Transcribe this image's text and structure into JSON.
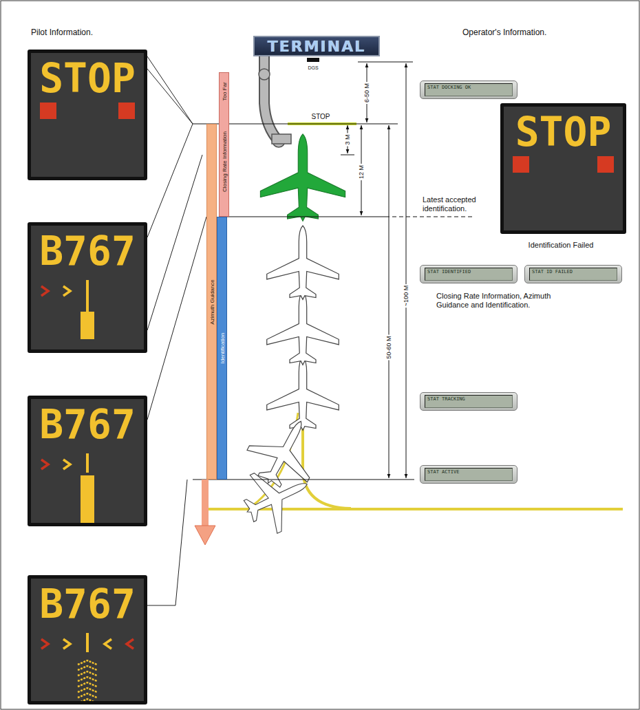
{
  "diagram": {
    "nodes": [
      {
        "text": [
          "STOP"
        ]
      },
      {
        "text": [
          "B767"
        ]
      },
      {
        "text": [
          "B767"
        ]
      },
      {
        "text": [
          "B767"
        ]
      },
      {
        "text": [
          "TERMINAL"
        ]
      },
      {
        "text": [
          "STAT DOCKING OK"
        ]
      },
      {
        "text": [
          "STOP"
        ]
      },
      {
        "text": [
          "STAT IDENTIFIED"
        ]
      },
      {
        "text": [
          "STAT ID FAILED"
        ]
      },
      {
        "text": [
          "STAT TRACKING"
        ]
      },
      {
        "text": [
          "STAT ACTIVE"
        ]
      },
      {
        "text": [
          "Azimuth Guidance"
        ]
      },
      {
        "text": [
          "Identification"
        ]
      },
      {
        "text": [
          "Closing Rate Information",
          "Too Far"
        ]
      }
    ],
    "labels": [
      "Pilot Information.",
      "DGS",
      "Operator's Information.",
      "STOP",
      "6-50 M",
      "3 M",
      "12 M",
      "Latest accepted identification.",
      "Identification Failed",
      "50-60 M",
      "~100 M",
      "Closing Rate Information, Azimuth Guidance and Identification."
    ]
  }
}
